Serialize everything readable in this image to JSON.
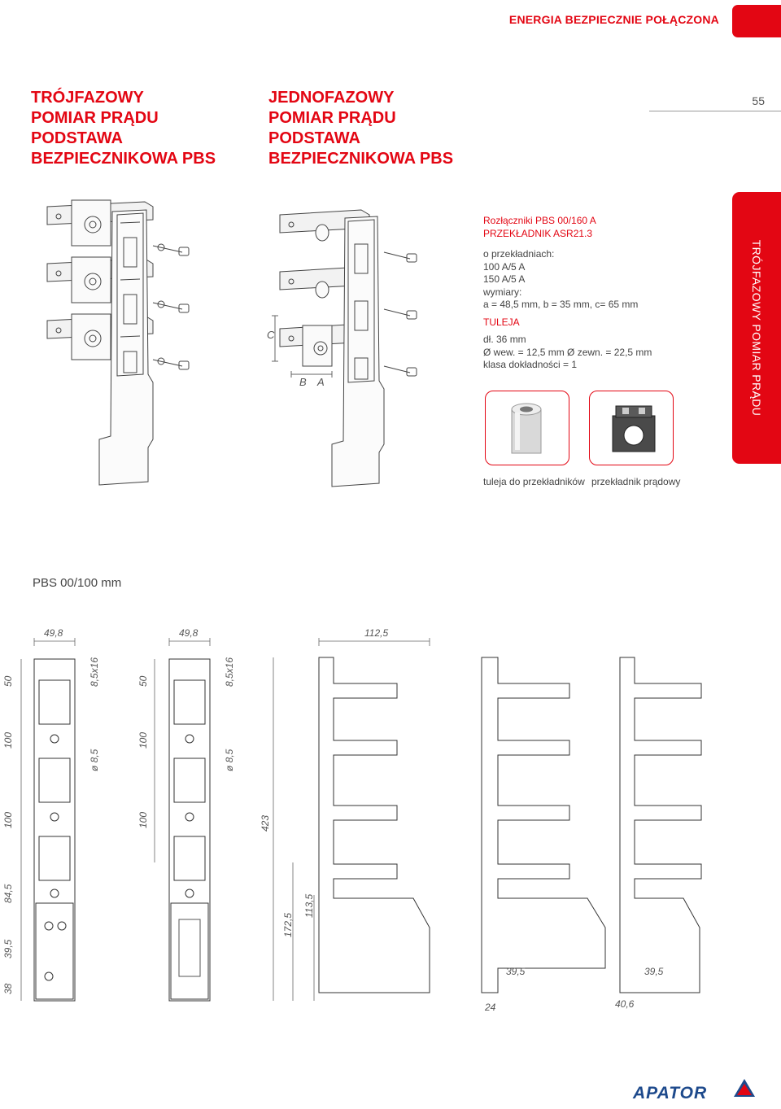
{
  "header": {
    "brand_slogan": "ENERGIA BEZPIECZNIE POŁĄCZONA",
    "page_number": "55"
  },
  "titles": {
    "left": [
      "TRÓJFAZOWY",
      "POMIAR PRĄDU",
      "PODSTAWA",
      "BEZPIECZNIKOWA PBS"
    ],
    "right": [
      "JEDNOFAZOWY",
      "POMIAR PRĄDU",
      "PODSTAWA",
      "BEZPIECZNIKOWA PBS"
    ]
  },
  "side_tab": "TRÓJFAZOWY POMIAR PRĄDU",
  "spec": {
    "line1": "Rozłączniki  PBS 00/160 A",
    "line2": "PRZEKŁADNIK ASR21.3",
    "line3": "o przekładniach:",
    "line4": "100 A/5 A",
    "line5": "150 A/5 A",
    "line6": "wymiary:",
    "line7": "a = 48,5 mm, b = 35 mm, c= 65 mm",
    "sleeve_heading": "TULEJA",
    "line8": "dł. 36 mm",
    "line9": "Ø wew. = 12,5 mm  Ø zewn. = 22,5 mm",
    "line10": "klasa dokładności = 1"
  },
  "captions": {
    "sleeve": "tuleja do przekładników",
    "transformer": "przekładnik prądowy"
  },
  "drawing_labels": {
    "c": "C",
    "b": "B",
    "a": "A"
  },
  "section_label": "PBS 00/100 mm",
  "dimensions": {
    "w1": "49,8",
    "w2": "49,8",
    "w3": "112,5",
    "d50": "50",
    "d100": "100",
    "d845": "84,5",
    "d395": "39,5",
    "d38": "38",
    "bolt": "8,5x16",
    "hole": "ø 8,5",
    "h423": "423",
    "h1725": "172,5",
    "h1135": "113,5",
    "s24": "24",
    "s395": "39,5",
    "s406": "40,6"
  },
  "footer": {
    "logo_text": "APATOR"
  },
  "colors": {
    "accent": "#e30613",
    "logo_blue": "#1e4a8c"
  }
}
